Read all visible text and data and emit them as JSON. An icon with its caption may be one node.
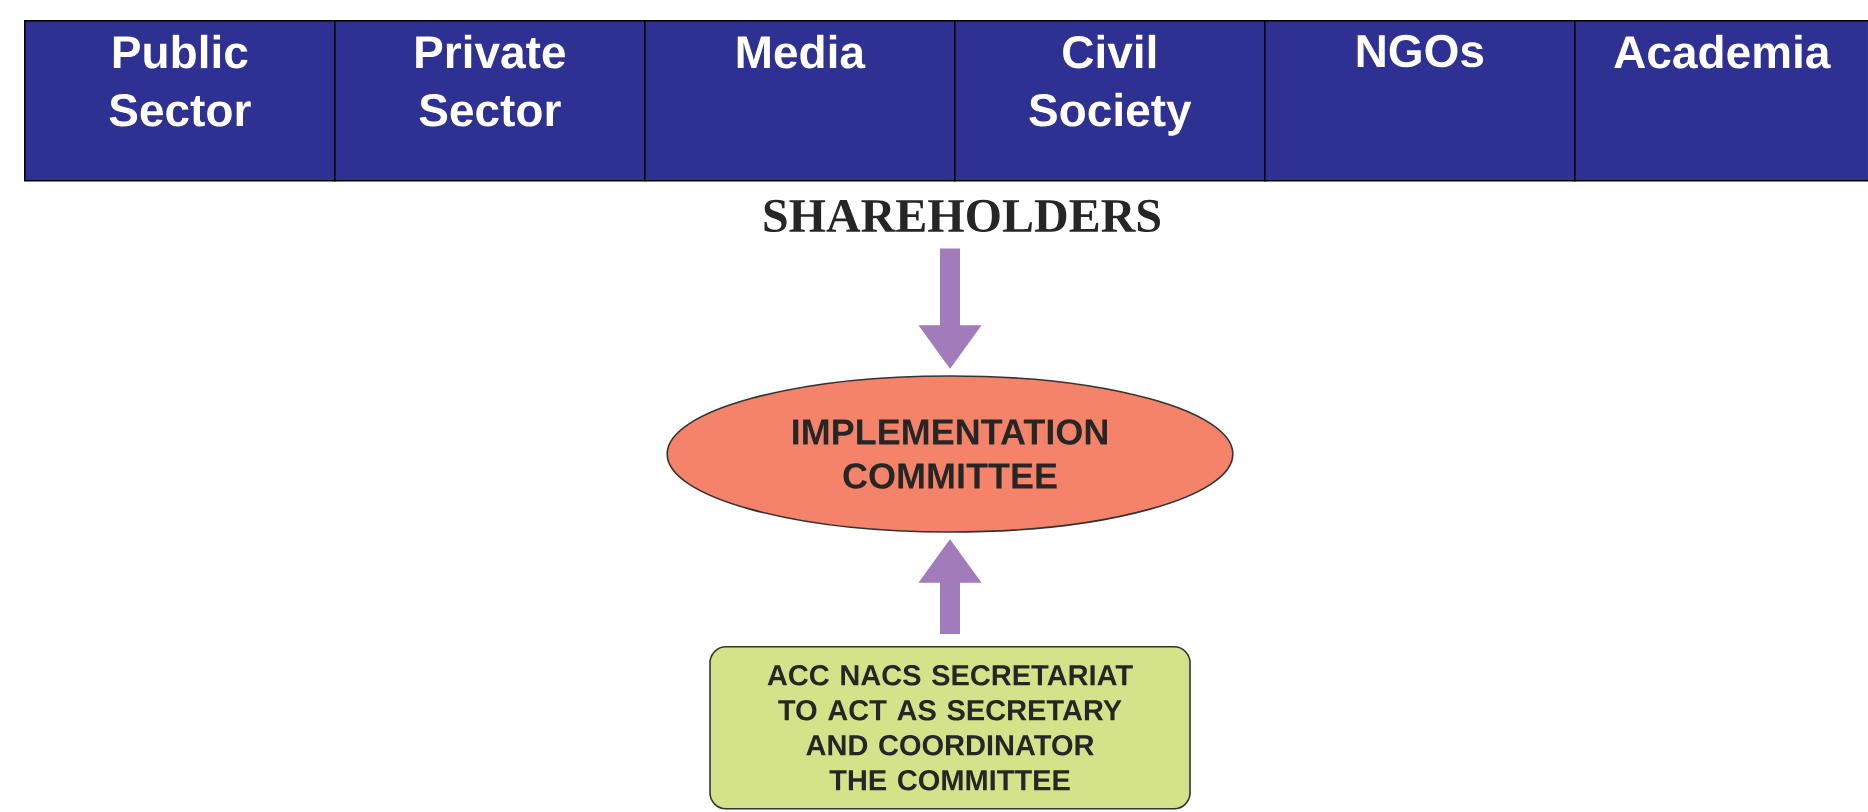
{
  "diagram": {
    "nodes": [
      {
        "text": [
          "Public Sector"
        ]
      },
      {
        "text": [
          "Private Sector"
        ]
      },
      {
        "text": [
          "Media"
        ]
      },
      {
        "text": [
          "Civil Society"
        ]
      },
      {
        "text": [
          "NGOs"
        ]
      },
      {
        "text": [
          "Academia"
        ]
      },
      {
        "text": [
          "SHAREHOLDERS"
        ]
      },
      {
        "text": [
          "IMPLEMENTATION COMMITTEE"
        ]
      },
      {
        "text": [
          "ACC NACS SECRETARIAT TO ACT AS SECRETARY AND COORDINATOR THE COMMITTEE"
        ]
      }
    ],
    "edges": [
      {
        "from": 6,
        "to": 7,
        "arrow": "to"
      },
      {
        "from": 8,
        "to": 7,
        "arrow": "to"
      }
    ]
  }
}
